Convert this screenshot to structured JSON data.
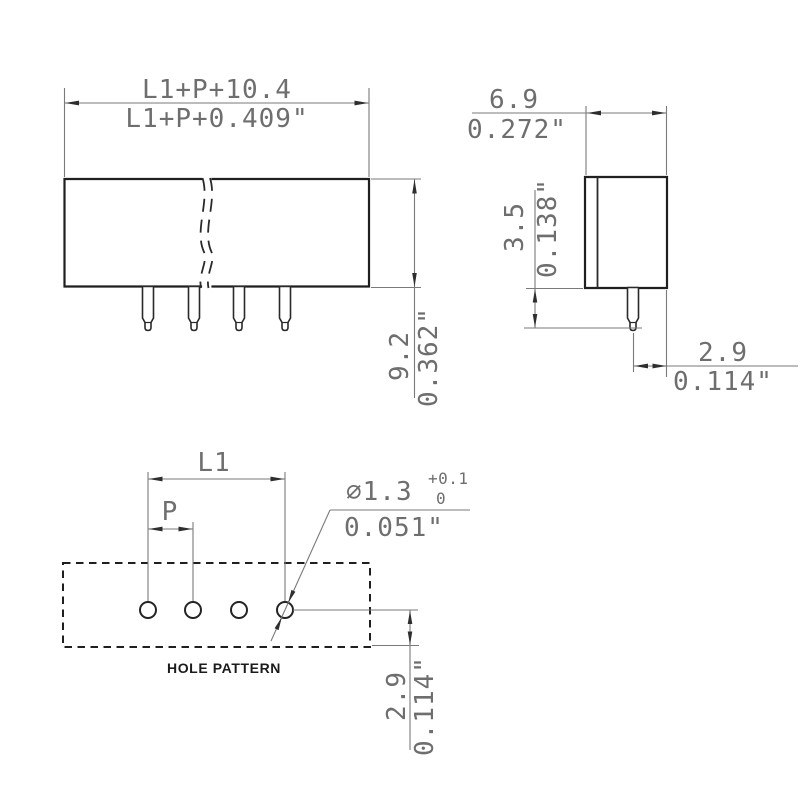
{
  "front_view": {
    "width_mm": "L1+P+10.4",
    "width_in": "L1+P+0.409\"",
    "height_mm": "9.2",
    "height_in": "0.362\""
  },
  "side_view": {
    "width_mm": "6.9",
    "width_in": "0.272\"",
    "pin_len_mm": "3.5",
    "pin_len_in": "0.138\"",
    "offset_mm": "2.9",
    "offset_in": "0.114\""
  },
  "hole_pattern": {
    "caption": "HOLE PATTERN",
    "l1_label": "L1",
    "pitch_label": "P",
    "dia_mm": "⌀1.3",
    "dia_tol_plus": "+0.1",
    "dia_tol_minus": "0",
    "dia_in": "0.051\"",
    "edge_mm": "2.9",
    "edge_in": "0.114\""
  },
  "colors": {
    "outline": "#1f1f1f",
    "dim_line": "#7a7a7a",
    "dim_text": "#6e6e6e",
    "caption_text": "#1b1b1b"
  }
}
